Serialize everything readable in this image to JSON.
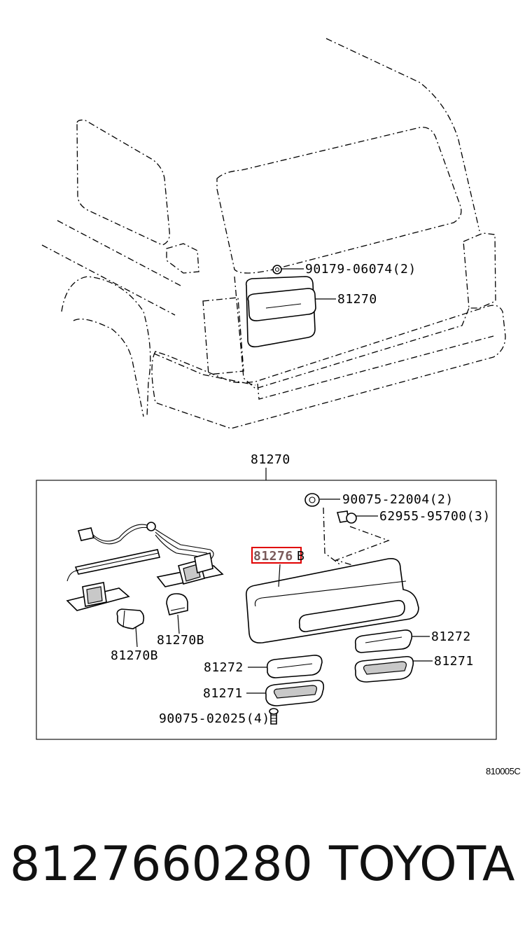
{
  "callouts": {
    "top_clip": "90179-06074(2)",
    "top_lamp": "81270",
    "box_title": "81270",
    "grommet": "90075-22004(2)",
    "screw_top": "62955-95700(3)",
    "lens_highlight": "81276",
    "lens_suffix": "B",
    "bulb_right": "81270B",
    "bulb_left": "81270B",
    "gasket_right": "81272",
    "gasket_right_lower": "81271",
    "gasket_left": "81272",
    "gasket_left_lower": "81271",
    "screw_bottom": "90075-02025(4)",
    "figure_code": "810005C"
  },
  "footer": {
    "part_number": "8127660280",
    "brand": "TOYOTA"
  },
  "colors": {
    "line": "#000000",
    "highlight_box": "#e00000",
    "highlight_text": "#7a5a5a"
  }
}
